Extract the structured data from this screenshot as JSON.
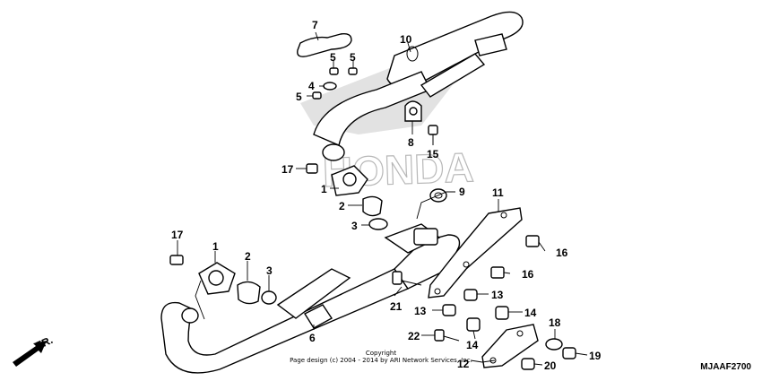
{
  "callouts": {
    "c7": "7",
    "c10": "10",
    "c5a": "5",
    "c5b": "5",
    "c4": "4",
    "c5c": "5",
    "c8": "8",
    "c15": "15",
    "c17a": "17",
    "c1a": "1",
    "c9": "9",
    "c2a": "2",
    "c3a": "3",
    "c11": "11",
    "c16a": "16",
    "c17b": "17",
    "c1b": "1",
    "c2b": "2",
    "c3b": "3",
    "c16b": "16",
    "c13a": "13",
    "c21": "21",
    "c13b": "13",
    "c14a": "14",
    "c6": "6",
    "c18": "18",
    "c22": "22",
    "c14b": "14",
    "c19": "19",
    "c12": "12",
    "c20": "20"
  },
  "watermark": "HONDA",
  "copyright_line1": "Copyright",
  "copyright_line2": "Page design (c) 2004 - 2014 by ARI Network Services, Inc.",
  "diagram_code": "MJAAF2700",
  "direction_label": "FR."
}
